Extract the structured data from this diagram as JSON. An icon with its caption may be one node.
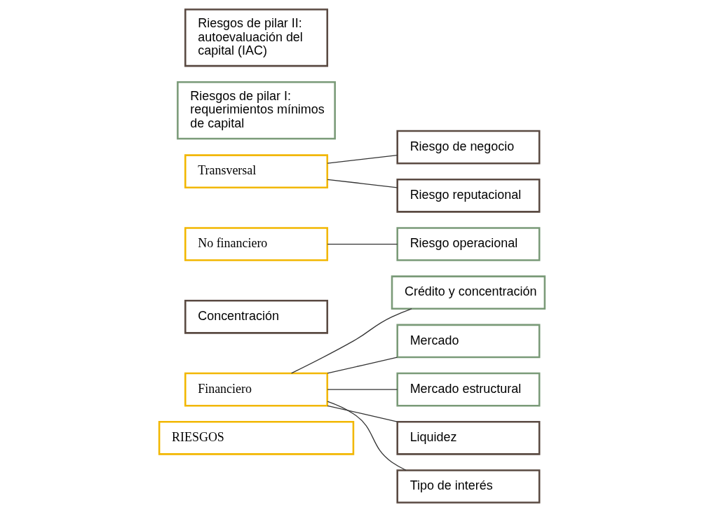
{
  "diagram": {
    "nodes": [
      {
        "text": [
          "RIESGOS"
        ]
      },
      {
        "text": [
          "Financiero"
        ]
      },
      {
        "text": [
          "Crédito y concentración"
        ]
      },
      {
        "text": [
          "Mercado"
        ]
      },
      {
        "text": [
          "Mercado estructural"
        ]
      },
      {
        "text": [
          "Liquidez"
        ]
      },
      {
        "text": [
          "Tipo de interés"
        ]
      },
      {
        "text": [
          "Concentración"
        ]
      },
      {
        "text": [
          "No financiero"
        ]
      },
      {
        "text": [
          "Riesgo operacional"
        ]
      },
      {
        "text": [
          "Transversal"
        ]
      },
      {
        "text": [
          "Riesgo de negocio"
        ]
      },
      {
        "text": [
          "Riesgo reputacional"
        ]
      },
      {
        "text": [
          "Riesgos de pilar I: requerimientos mínimos de capital"
        ]
      },
      {
        "text": [
          "Riesgos de pilar II: autoevaluación del capital (IAC)"
        ]
      }
    ],
    "edges": [
      {
        "from": 1,
        "to": 2,
        "arrow": "none"
      },
      {
        "from": 1,
        "to": 3,
        "arrow": "none"
      },
      {
        "from": 1,
        "to": 4,
        "arrow": "none"
      },
      {
        "from": 1,
        "to": 5,
        "arrow": "none"
      },
      {
        "from": 1,
        "to": 6,
        "arrow": "none"
      },
      {
        "from": 8,
        "to": 9,
        "arrow": "none"
      },
      {
        "from": 10,
        "to": 11,
        "arrow": "none"
      },
      {
        "from": 10,
        "to": 12,
        "arrow": "none"
      }
    ]
  }
}
